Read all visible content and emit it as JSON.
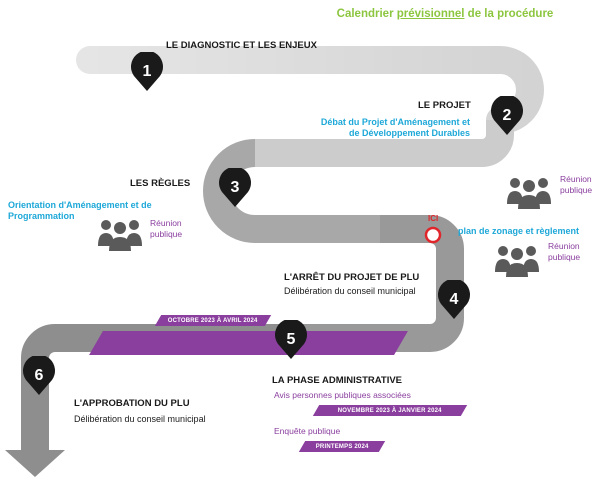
{
  "title": {
    "prefix": "Calendrier ",
    "underlined": "prévisionnel",
    "suffix": " de la procédure"
  },
  "steps": [
    {
      "number": "1",
      "title": "LE DIAGNOSTIC ET LES ENJEUX"
    },
    {
      "number": "2",
      "title": "LE PROJET",
      "detail": "Débat du Projet d'Aménagement et de Développement Durables",
      "meeting": "Réunion publique"
    },
    {
      "number": "3",
      "title": "LES RÈGLES",
      "detail": "Orientation d'Aménagement et de Programmation",
      "meeting": "Réunion publique"
    },
    {
      "number": "4",
      "title": "L'ARRÊT DU PROJET DE PLU",
      "detail": "Délibération du conseil municipal"
    },
    {
      "number": "5",
      "title": "LA PHASE ADMINISTRATIVE",
      "item1": "Avis personnes publiques associées",
      "item1_period": "NOVEMBRE 2023 À JANVIER 2024",
      "item2": "Enquête publique",
      "item2_period": "PRINTEMPS 2024"
    },
    {
      "number": "6",
      "title": "L'APPROBATION DU PLU",
      "detail": "Délibération du conseil municipal"
    }
  ],
  "zonage": {
    "label": "plan de zonage et règlement",
    "meeting": "Réunion publique"
  },
  "marker": "ICI",
  "period_banner": "OCTOBRE 2023 À AVRIL 2024",
  "colors": {
    "road_light": "#d9d9d9",
    "road_dark": "#8e8e8e",
    "pin": "#1a1a1a",
    "cyan": "#1ea8d8",
    "purple": "#8a3f9e",
    "green": "#8cc63f",
    "marker": "#e0262b"
  }
}
